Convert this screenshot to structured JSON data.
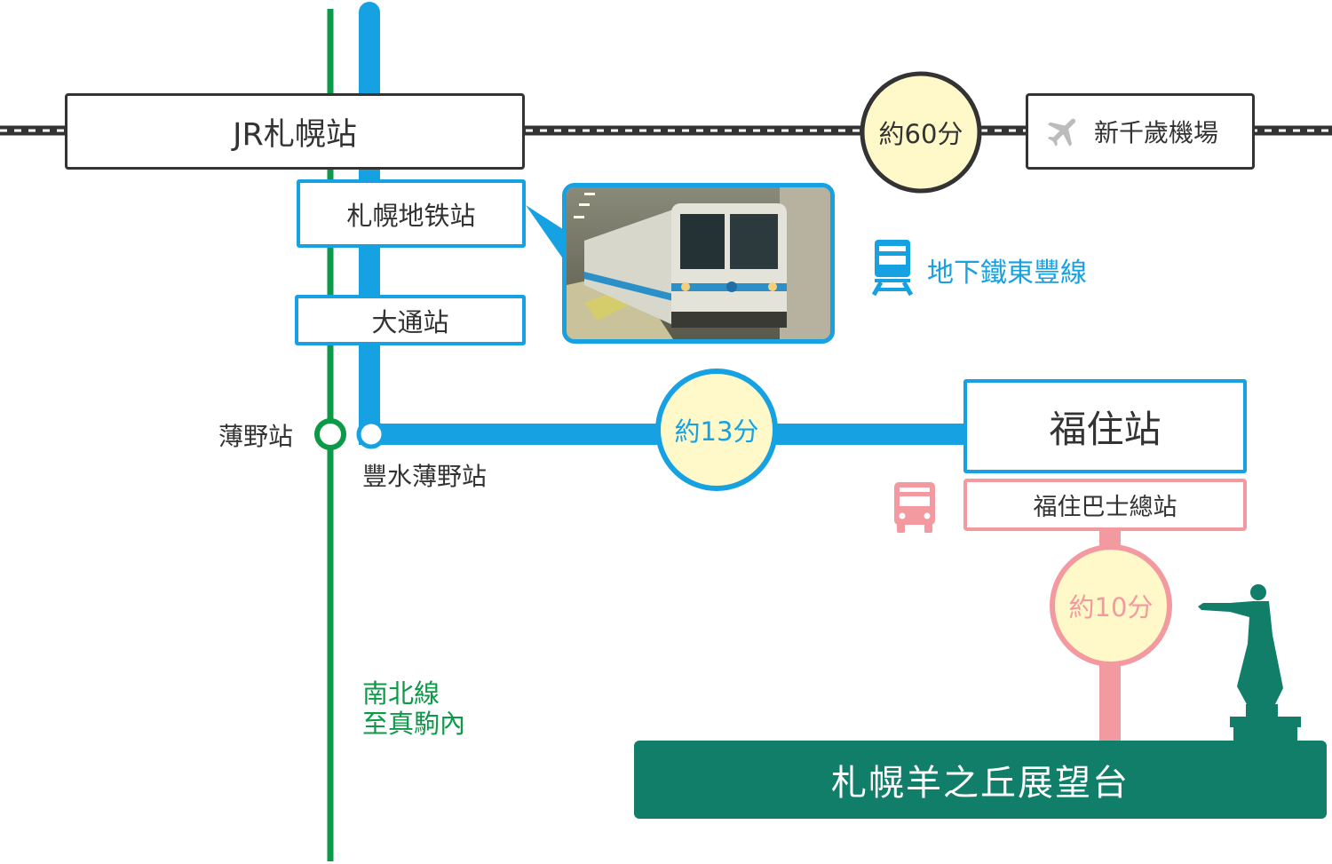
{
  "stations": {
    "jr_sapporo": "JR札幌站",
    "airport": "新千歲機場",
    "sapporo_subway": "札幌地铁站",
    "odori": "大通站",
    "susukino": "薄野站",
    "hosui_susukino": "豐水薄野站",
    "fukuzumi": "福住站",
    "fukuzumi_bus": "福住巴士總站",
    "destination": "札幌羊之丘展望台"
  },
  "times": {
    "airport": "約60分",
    "subway": "約13分",
    "bus": "約10分"
  },
  "lines": {
    "toho": "地下鐵東豐線",
    "nanboku_line1": "南北線",
    "nanboku_line2": "至真駒內"
  },
  "icons": {
    "airport": "airplane-icon",
    "subway": "subway-train-icon",
    "bus": "bus-icon",
    "statue": "clark-statue-icon",
    "photo": "subway-train-photo"
  },
  "colors": {
    "toho_line": "#16a1e3",
    "nanboku_line": "#0c9a48",
    "bus_route": "#f39aa0",
    "jr_line": "#333333",
    "time_fill": "#fff9c9",
    "destination": "#107e69"
  }
}
